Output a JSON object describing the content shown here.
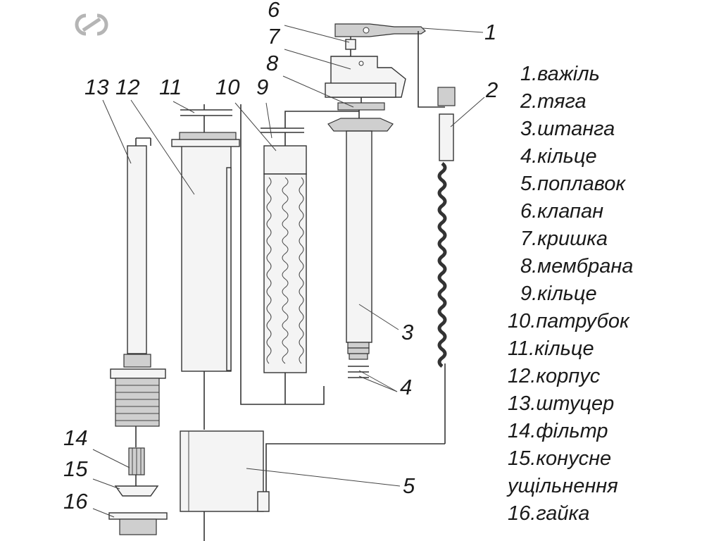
{
  "callout_numbers": [
    "1",
    "2",
    "3",
    "4",
    "5",
    "6",
    "7",
    "8",
    "9",
    "10",
    "11",
    "12",
    "13",
    "14",
    "15",
    "16"
  ],
  "legend": [
    "1.важіль",
    "2.тяга",
    "3.штанга",
    "4.кільце",
    "5.поплавок",
    "6.клапан",
    "7.кришка",
    "8.мембрана",
    "9.кільце",
    "10.патрубок",
    "11.кільце",
    "12.корпус",
    "13.штуцер",
    "14.фільтр",
    "15.конусне",
    "ущільнення",
    "16.гайка"
  ],
  "icons": {
    "logo": "chain-link-logo-icon"
  },
  "colors": {
    "line": "#333333",
    "text": "#1a1a1a",
    "logo": "#b5b5b5"
  }
}
